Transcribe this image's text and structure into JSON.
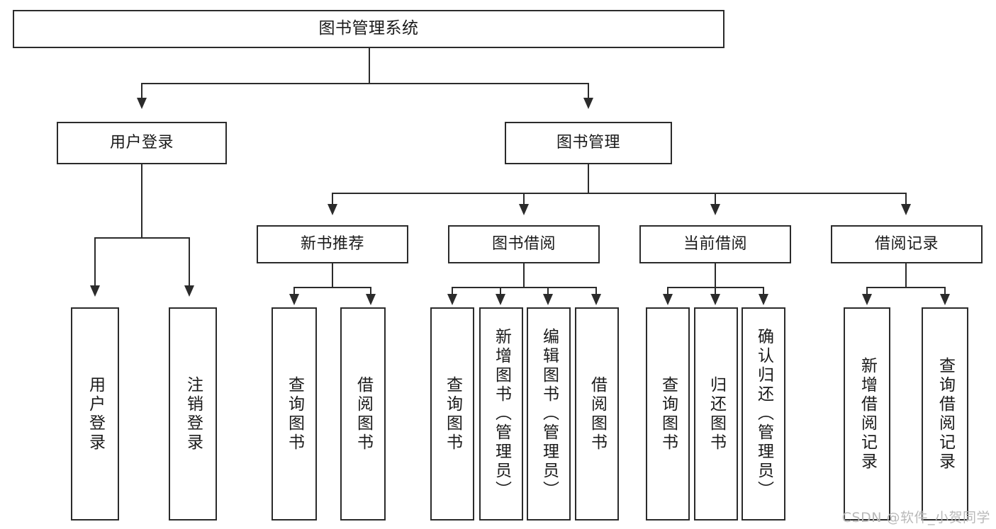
{
  "diagram": {
    "title": "图书管理系统",
    "watermark": "CSDN @软件_小贺同学",
    "root": {
      "label": "图书管理系统"
    },
    "level2": [
      {
        "label": "用户登录"
      },
      {
        "label": "图书管理"
      }
    ],
    "level3": [
      {
        "label": "新书推荐"
      },
      {
        "label": "图书借阅"
      },
      {
        "label": "当前借阅"
      },
      {
        "label": "借阅记录"
      }
    ],
    "leaves": {
      "user_login": [
        {
          "label": "用户登录"
        },
        {
          "label": "注销登录"
        }
      ],
      "new_book_recommend": [
        {
          "label": "查询图书"
        },
        {
          "label": "借阅图书"
        }
      ],
      "book_borrow": [
        {
          "label": "查询图书"
        },
        {
          "label": "新增图书（管理员）"
        },
        {
          "label": "编辑图书（管理员）"
        },
        {
          "label": "借阅图书"
        }
      ],
      "current_borrow": [
        {
          "label": "查询图书"
        },
        {
          "label": "归还图书"
        },
        {
          "label": "确认归还（管理员）"
        }
      ],
      "borrow_record": [
        {
          "label": "新增借阅记录"
        },
        {
          "label": "查询借阅记录"
        }
      ]
    },
    "colors": {
      "stroke": "#2b2b2b",
      "fill": "#ffffff",
      "text": "#1a1a1a",
      "watermark": "#b9b9b9"
    }
  }
}
